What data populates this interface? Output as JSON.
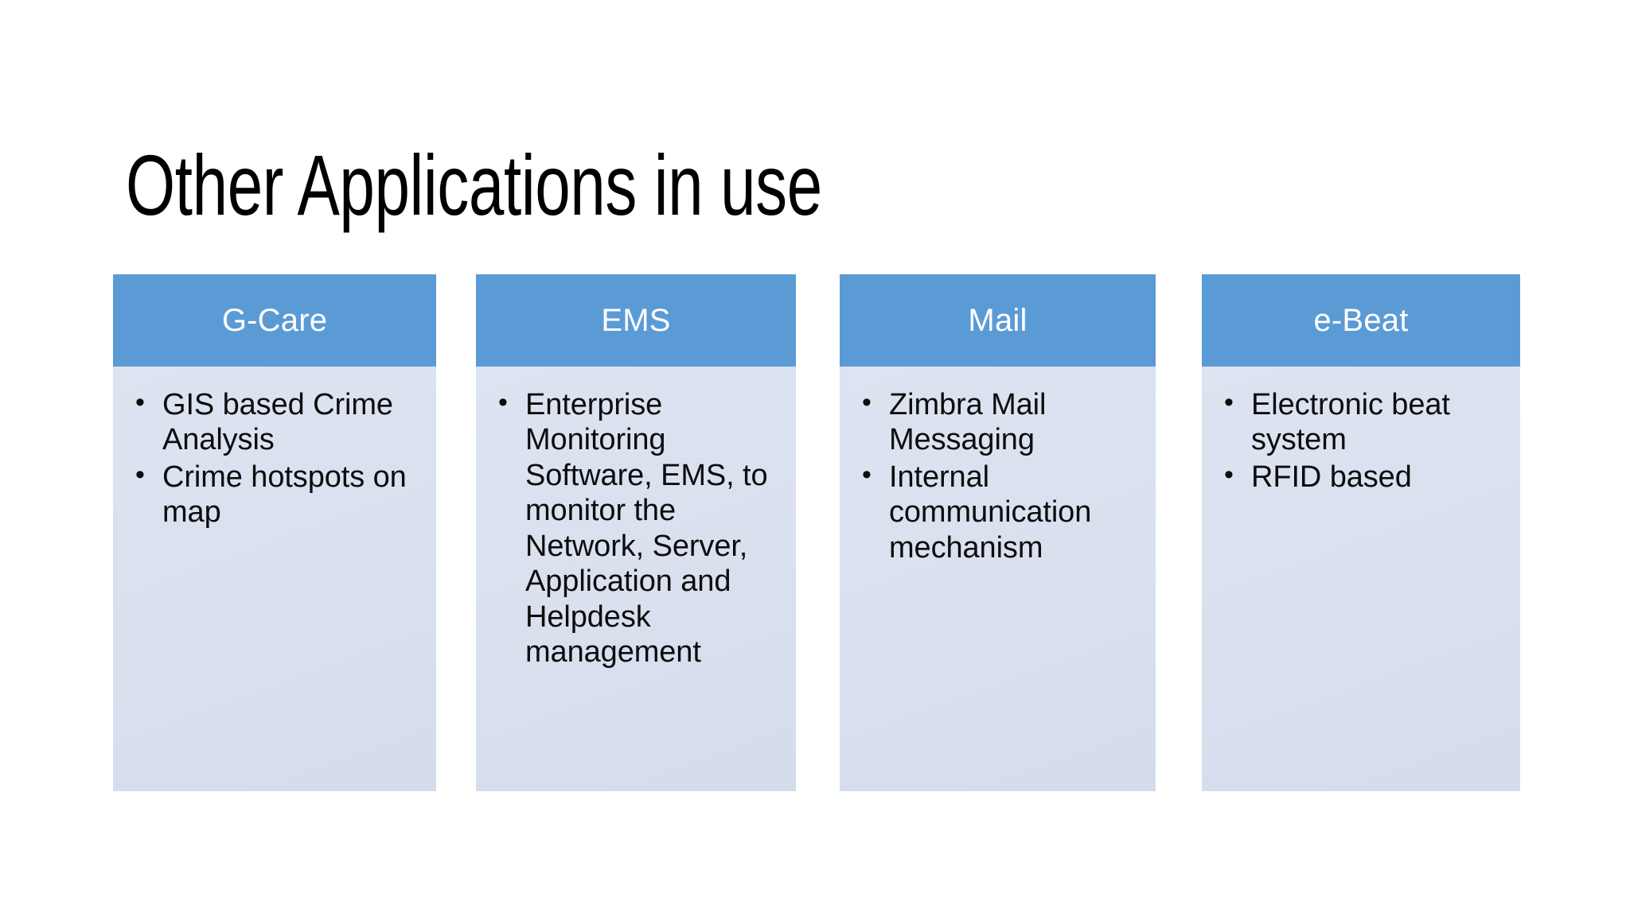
{
  "slide": {
    "title": "Other Applications in use",
    "background_color": "#FFFFFF",
    "header_color": "#5B9BD5",
    "body_color": "#D9E1F0",
    "header_text_color": "#FFFFFF",
    "body_text_color": "#0D0D0D"
  },
  "cards": [
    {
      "header": "G-Care",
      "bullets": [
        "GIS based Crime Analysis",
        "Crime hotspots on map"
      ]
    },
    {
      "header": "EMS",
      "bullets": [
        "Enterprise Monitoring Software, EMS, to monitor the Network, Server, Application and Helpdesk management"
      ]
    },
    {
      "header": "Mail",
      "bullets": [
        "Zimbra Mail Messaging",
        "Internal communication mechanism"
      ]
    },
    {
      "header": "e-Beat",
      "bullets": [
        "Electronic beat system",
        "RFID based"
      ]
    }
  ]
}
